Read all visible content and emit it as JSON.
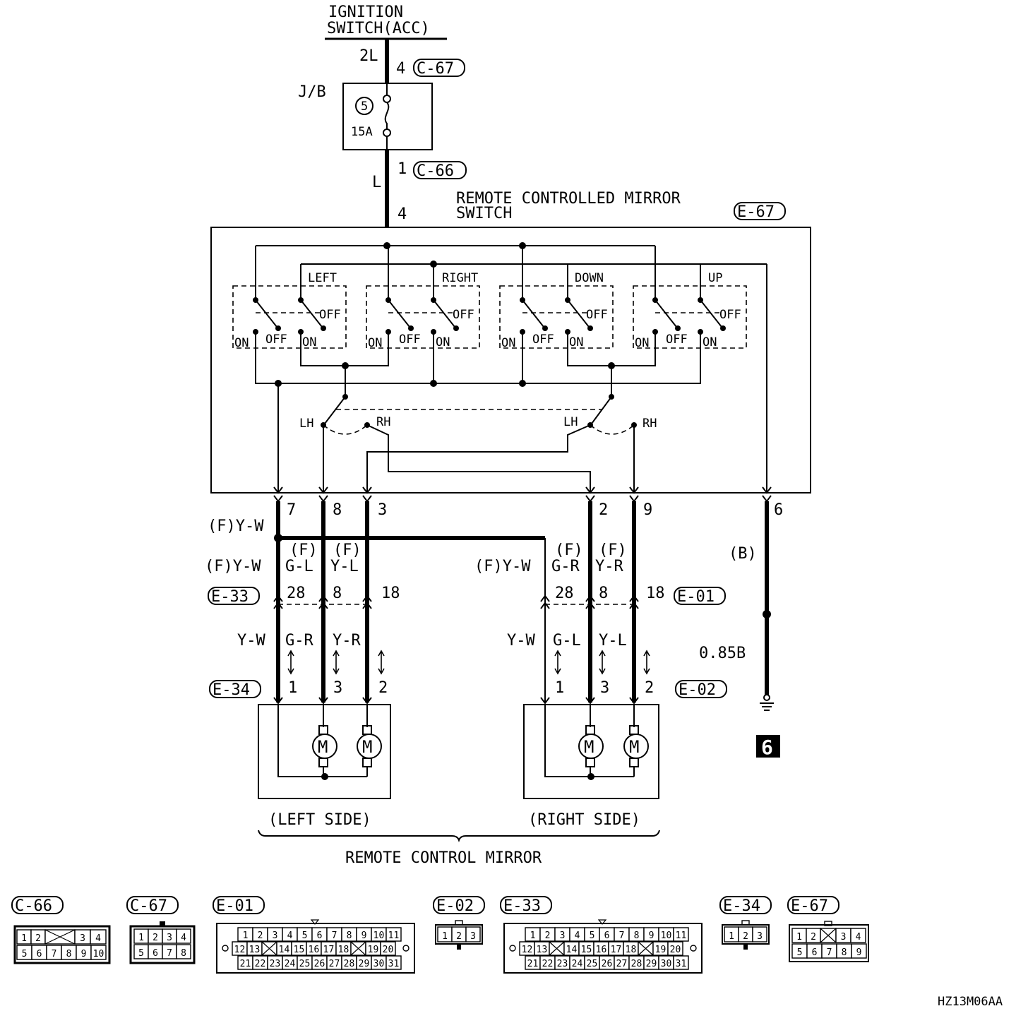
{
  "title": {
    "ignition_line1": "IGNITION",
    "ignition_line2": "SWITCH(ACC)",
    "wire_2l": "2L",
    "jb": "J/B",
    "fuse_no": "5",
    "fuse_rating": "15A",
    "wire_l": "L",
    "mirror_switch_line1": "REMOTE CONTROLLED MIRROR",
    "mirror_switch_line2": "SWITCH"
  },
  "connectors": {
    "c67": "C-67",
    "c66": "C-66",
    "e67": "E-67",
    "e33": "E-33",
    "e01": "E-01",
    "e34": "E-34",
    "e02": "E-02"
  },
  "pins": {
    "c67_pin": "4",
    "c66_pin": "1",
    "e67_in": "4",
    "p7": "7",
    "p8": "8",
    "p3": "3",
    "p2": "2",
    "p9": "9",
    "p6": "6",
    "e33_28": "28",
    "e33_8": "8",
    "e33_18": "18",
    "e01_28": "28",
    "e01_8": "8",
    "e01_18": "18",
    "e34_1": "1",
    "e34_3": "3",
    "e34_2": "2",
    "e02_1": "1",
    "e02_3": "3",
    "e02_2": "2"
  },
  "switch": {
    "left": "LEFT",
    "right": "RIGHT",
    "down": "DOWN",
    "up": "UP",
    "on": "ON",
    "off": "OFF",
    "lh": "LH",
    "rh": "RH"
  },
  "wires": {
    "fyw_top": "(F)Y-W",
    "fyw_left": "(F)Y-W",
    "f_gl": "(F)",
    "gl": "G-L",
    "f_yl": "(F)",
    "yl": "Y-L",
    "fyw_right": "(F)Y-W",
    "f_gr": "(F)",
    "gr": "G-R",
    "f_yr": "(F)",
    "yr": "Y-R",
    "b": "(B)",
    "low_yw_l": "Y-W",
    "low_gr_l": "G-R",
    "low_yr_l": "Y-R",
    "low_yw_r": "Y-W",
    "low_gl_r": "G-L",
    "low_yl_r": "Y-L",
    "ground_wire": "0.85B",
    "ground_no": "6"
  },
  "mirror": {
    "motor": "M",
    "left_side": "(LEFT SIDE)",
    "right_side": "(RIGHT SIDE)",
    "title": "REMOTE CONTROL MIRROR"
  },
  "connector_faces": {
    "c66_label": "C-66",
    "c66_row1": [
      "1",
      "2",
      "",
      "3",
      "4"
    ],
    "c66_row2": [
      "5",
      "6",
      "7",
      "8",
      "9",
      "10"
    ],
    "c67_label": "C-67",
    "c67_row1": [
      "1",
      "2",
      "3",
      "4"
    ],
    "c67_row2": [
      "5",
      "6",
      "7",
      "8"
    ],
    "e01_label": "E-01",
    "e02_label": "E-02",
    "e02_row": [
      "1",
      "2",
      "3"
    ],
    "e33_label": "E-33",
    "e34_label": "E-34",
    "e34_row": [
      "1",
      "2",
      "3"
    ],
    "e67_label": "E-67",
    "e67_row1": [
      "1",
      "2",
      "",
      "3",
      "4"
    ],
    "e67_row2": [
      "5",
      "6",
      "7",
      "8",
      "9"
    ],
    "big_row1": [
      "1",
      "2",
      "3",
      "4",
      "5",
      "6",
      "7",
      "8",
      "9",
      "10",
      "11"
    ],
    "big_row2": [
      "12",
      "13",
      "",
      "14",
      "15",
      "16",
      "17",
      "18",
      "",
      "19",
      "20"
    ],
    "big_row3": [
      "21",
      "22",
      "23",
      "24",
      "25",
      "26",
      "27",
      "28",
      "29",
      "30",
      "31"
    ]
  },
  "figure_code": "HZ13M06AA"
}
